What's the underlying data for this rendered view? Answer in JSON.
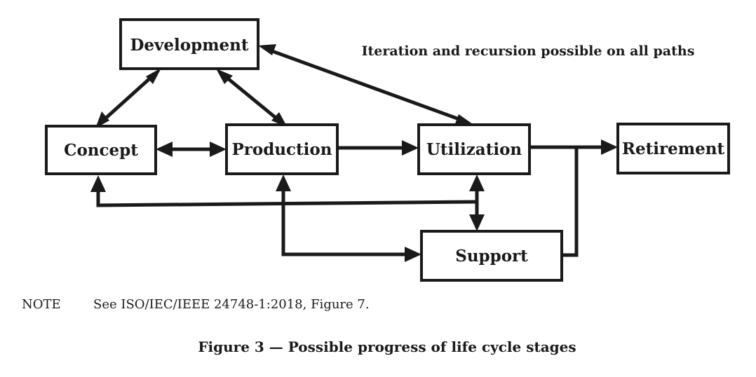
{
  "stages": {
    "development": "Development",
    "concept": "Concept",
    "production": "Production",
    "utilization": "Utilization",
    "retirement": "Retirement",
    "support": "Support"
  },
  "annotation": "Iteration and recursion possible on all paths",
  "note": {
    "label": "NOTE",
    "text": "See ISO/IEC/IEEE 24748-1:2018, Figure 7."
  },
  "caption": "Figure 3 — Possible progress of life cycle stages",
  "colors": {
    "ink": "#1a1a1a",
    "background": "#ffffff"
  }
}
